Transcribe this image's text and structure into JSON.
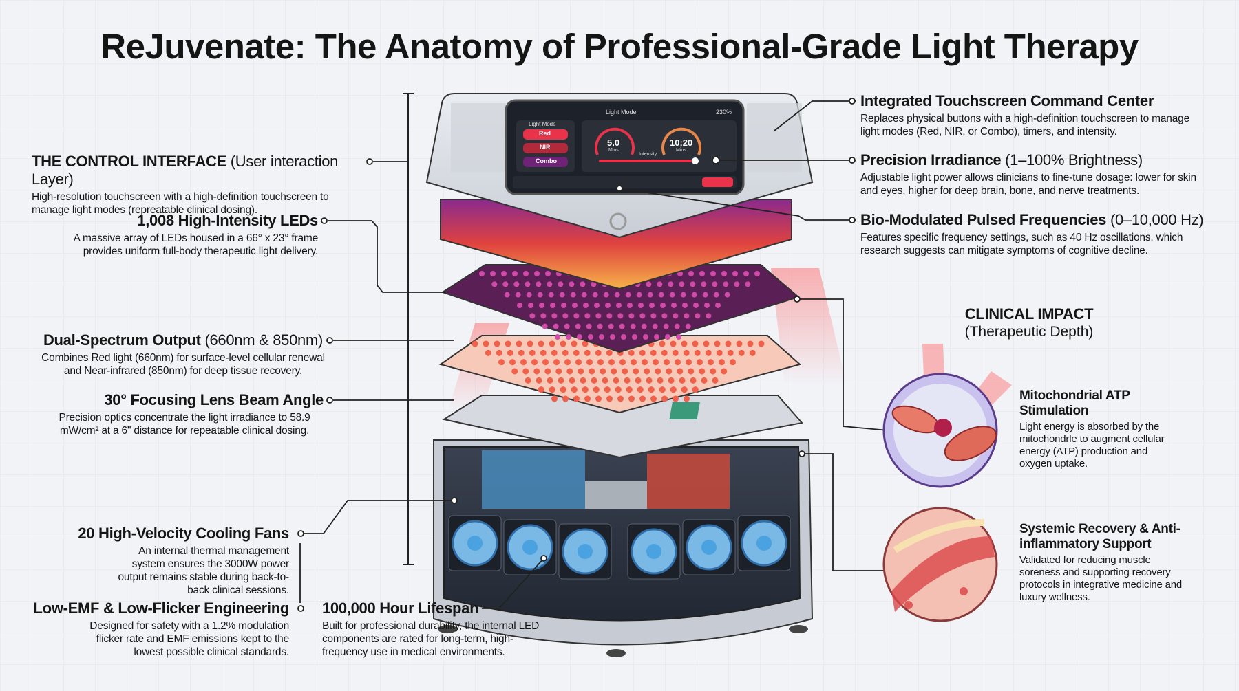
{
  "title": "ReJuvenate: The Anatomy of Professional-Grade Light Therapy",
  "left_callouts": [
    {
      "heading": "THE CONTROL INTERFACE",
      "heading_light": "(User interaction Layer)",
      "body": "High-resolution touchscreen with a high-definition touchscreen to manage light modes (repreatable clinical dosing)."
    },
    {
      "heading": "1,008 High-Intensity LEDs",
      "heading_light": "",
      "body": "A massive array of LEDs housed in a 66° x 23° frame provides uniform full-body therapeutic light delivery."
    },
    {
      "heading": "Dual-Spectrum Output",
      "heading_light": "(660nm & 850nm)",
      "body": "Combines Red light (660nm) for surface-level cellular renewal and Near-infrared (850nm) for deep tissue recovery."
    },
    {
      "heading": "30° Focusing Lens Beam Angle",
      "heading_light": "",
      "body": "Precision optics concentrate the light irradiance to 58.9 mW/cm² at a 6\" distance for repeatable clinical dosing."
    },
    {
      "heading": "20 High-Velocity Cooling Fans",
      "heading_light": "",
      "body": "An internal thermal management system ensures the 3000W power output remains stable during back-to-back clinical sessions."
    },
    {
      "heading": "Low-EMF & Low-Flicker Engineering",
      "heading_light": "",
      "body": "Designed for safety with a 1.2% modulation flicker rate and EMF emissions kept to the lowest possible clinical standards."
    }
  ],
  "bottom_callout": {
    "heading": "100,000 Hour Lifespan",
    "body": "Built for professional durability, the internal LED components are rated for long-term, high-frequency use in medical environments."
  },
  "right_callouts": [
    {
      "heading": "Integrated Touchscreen Command Center",
      "heading_light": "",
      "body": "Replaces physical buttons with a high-definition touchscreen to manage light modes (Red, NIR, or Combo), timers, and intensity."
    },
    {
      "heading": "Precision Irradiance",
      "heading_light": "(1–100% Brightness)",
      "body": "Adjustable light power allows clinicians to fine-tune dosage: lower for skin and eyes, higher for deep brain, bone, and nerve treatments."
    },
    {
      "heading": "Bio-Modulated Pulsed Frequencies",
      "heading_light": "(0–10,000 Hz)",
      "body": "Features specific frequency settings, such as 40 Hz oscillations, which research suggests can mitigate symptoms of cognitive decline."
    }
  ],
  "clinical_impact": {
    "heading": "CLINICAL IMPACT",
    "subheading": "(Therapeutic Depth)",
    "items": [
      {
        "heading": "Mitochondrial ATP Stimulation",
        "body": "Light energy is absorbed by the mitochondrle to augment cellular energy (ATP) production and oxygen uptake."
      },
      {
        "heading": "Systemic Recovery & Anti-inflammatory Support",
        "body": "Validated for reducing muscle soreness and supporting recovery protocols in integrative medicine and luxury wellness."
      }
    ]
  },
  "screen": {
    "title": "Light Mode",
    "battery": "230%",
    "mode_label": "Light Mode",
    "modes": [
      "Red",
      "NIR",
      "Combo"
    ],
    "dial1_value": "5.0",
    "dial1_unit": "Mins",
    "dial2_value": "10:20",
    "dial2_unit": "Mins",
    "slider_label": "Intensity",
    "intensity_percent": 85
  },
  "colors": {
    "accent_red": "#e8334a",
    "purple": "#7a2a8c",
    "fan_blue": "#4aa3e0"
  }
}
